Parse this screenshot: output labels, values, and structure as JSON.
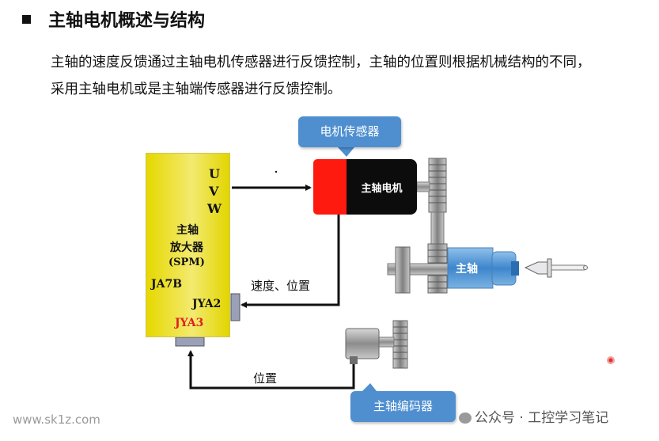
{
  "heading": "主轴电机概述与结构",
  "paragraph": "主轴的速度反馈通过主轴电机传感器进行反馈控制，主轴的位置则根据机械结构的不同，采用主轴电机或是主轴端传感器进行反馈控制。",
  "spm": {
    "u": "U",
    "v": "V",
    "w": "W",
    "line1": "主轴",
    "line2": "放大器",
    "line3": "(SPM)",
    "ja7b": "JA7B",
    "jya2": "JYA2",
    "jya3": "JYA3"
  },
  "callouts": {
    "motor_sensor": "电机传感器",
    "spindle_encoder": "主轴编码器"
  },
  "motor_label": "主轴电机",
  "spindle_label": "主轴",
  "labels": {
    "speed_position": "速度、位置",
    "position": "位置"
  },
  "watermark_left": "www.sk1z.com",
  "watermark_right": "公众号 · 工控学习笔记",
  "colors": {
    "amplifier": "#e6d800",
    "callout": "#4f8fd0",
    "motor_sensor": "#ff1a10",
    "jya3": "#e02020"
  }
}
